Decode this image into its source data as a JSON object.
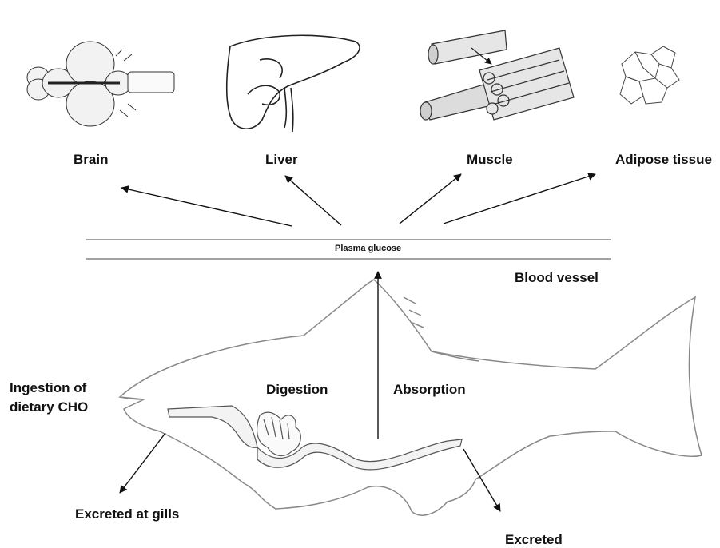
{
  "organs": {
    "brain": "Brain",
    "liver": "Liver",
    "muscle": "Muscle",
    "adipose": "Adipose tissue"
  },
  "blood": {
    "plasma_label": "Plasma glucose",
    "vessel_label": "Blood vessel"
  },
  "processes": {
    "ingestion": "Ingestion of\ndietary CHO",
    "digestion": "Digestion",
    "absorption": "Absorption",
    "gills": "Excreted at gills",
    "excreted": "Excreted"
  },
  "icons": [
    "brain-icon",
    "liver-icon",
    "muscle-icon",
    "adipose-tissue-icon",
    "fish-icon"
  ]
}
